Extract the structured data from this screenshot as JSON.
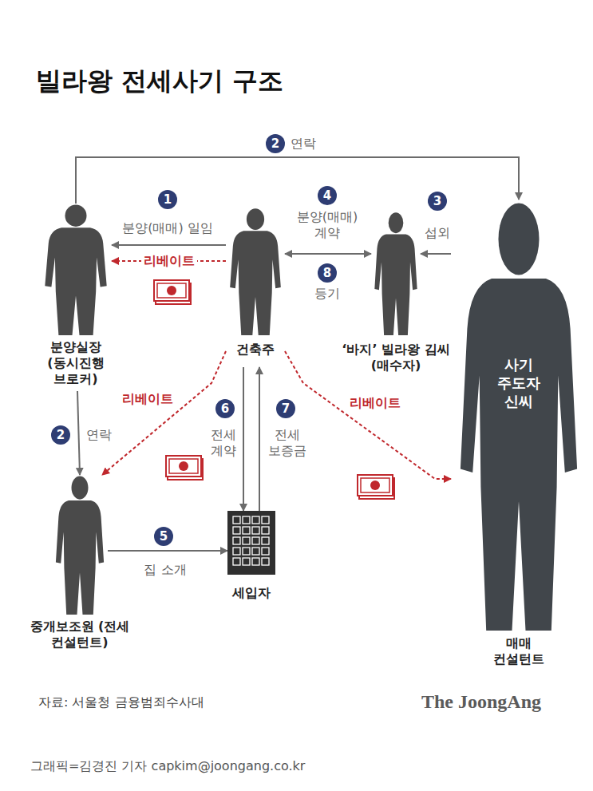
{
  "diagram": {
    "title": "빌라왕 전세사기 구조",
    "caption": "그래픽=김경진 기자 capkim@joongang.co.kr",
    "nodes": [
      {
        "text": [
          "분양실장 (동시진행 브로커)"
        ]
      },
      {
        "text": [
          "건축주"
        ]
      },
      {
        "text": [
          "‘바지’ 빌라왕 김씨 (매수자)"
        ]
      },
      {
        "text": [
          "사기 주도자 신씨",
          "매매 컨설턴트"
        ]
      },
      {
        "text": [
          "중개보조원 (전세 컨설턴트)"
        ]
      },
      {
        "text": [
          "세입자"
        ]
      }
    ],
    "edges": [
      {
        "from": 1,
        "to": 0,
        "label": "분양(매매) 일임",
        "arrow": "to"
      },
      {
        "from": 1,
        "to": 0,
        "label": "리베이트",
        "arrow": "to"
      },
      {
        "from": 0,
        "to": 3,
        "label": "연락",
        "arrow": "to"
      },
      {
        "from": 3,
        "to": 2,
        "label": "섭외",
        "arrow": "to"
      },
      {
        "from": 1,
        "to": 2,
        "label": "분양(매매) 계약",
        "arrow": "both"
      },
      {
        "from": 0,
        "to": 4,
        "label": "연락",
        "arrow": "to"
      },
      {
        "from": 1,
        "to": 4,
        "label": "리베이트",
        "arrow": "to"
      },
      {
        "from": 1,
        "to": 3,
        "label": "리베이트",
        "arrow": "to"
      },
      {
        "from": 4,
        "to": 5,
        "label": "집 소개",
        "arrow": "to"
      },
      {
        "from": 1,
        "to": 5,
        "label": "전세 계약",
        "arrow": "to"
      },
      {
        "from": 5,
        "to": 1,
        "label": "전세 보증금",
        "arrow": "to"
      }
    ],
    "labels": [
      "2",
      "1",
      "4",
      "3",
      "8",
      "등기",
      "2",
      "6",
      "7",
      "5",
      "자료: 서울청 금융범죄수사대",
      "The JoongAng"
    ]
  }
}
